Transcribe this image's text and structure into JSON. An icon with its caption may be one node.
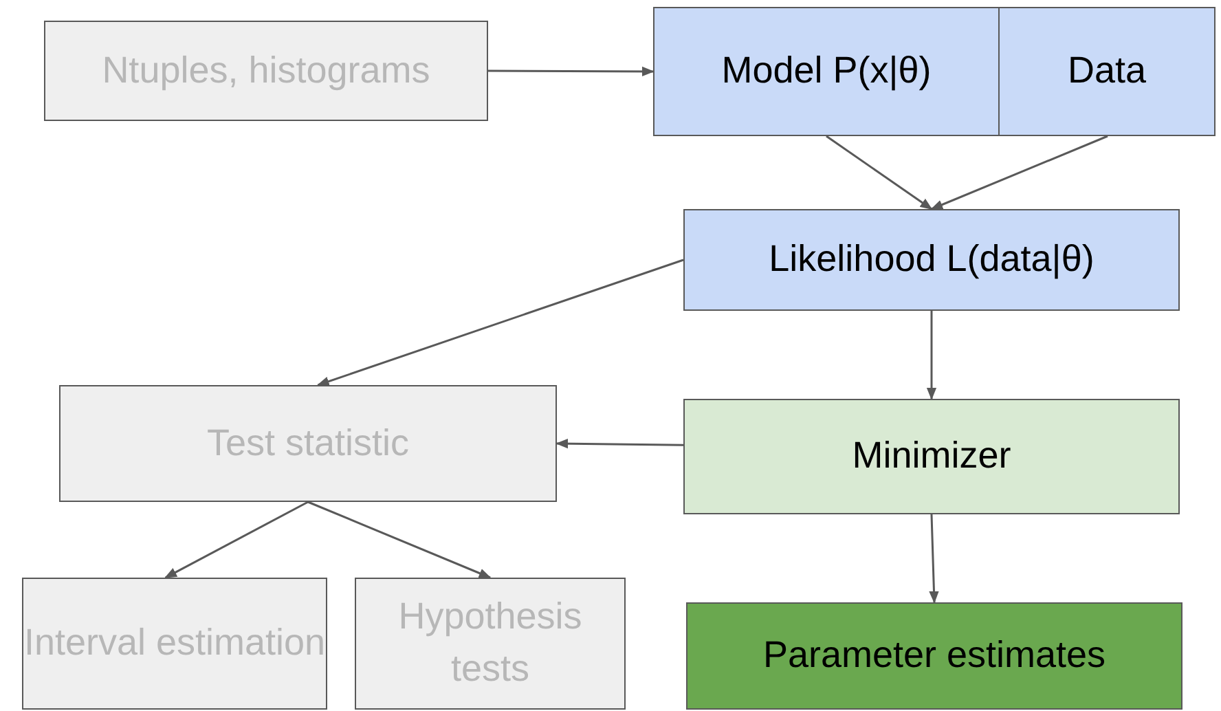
{
  "diagram": {
    "nodes": [
      {
        "text": [
          "Ntuples, histograms"
        ]
      },
      {
        "text": [
          "Model P(x|θ)"
        ]
      },
      {
        "text": [
          "Data"
        ]
      },
      {
        "text": [
          "Likelihood L(data|θ)"
        ]
      },
      {
        "text": [
          "Test statistic"
        ]
      },
      {
        "text": [
          "Minimizer"
        ]
      },
      {
        "text": [
          "Interval estimation"
        ]
      },
      {
        "text": [
          "Hypothesis tests"
        ]
      },
      {
        "text": [
          "Parameter estimates"
        ]
      }
    ],
    "edges": [
      {
        "from": 0,
        "to": 1,
        "arrow": "to"
      },
      {
        "from": 1,
        "to": 3,
        "arrow": "to"
      },
      {
        "from": 2,
        "to": 3,
        "arrow": "to"
      },
      {
        "from": 3,
        "to": 4,
        "arrow": "to"
      },
      {
        "from": 3,
        "to": 5,
        "arrow": "to"
      },
      {
        "from": 5,
        "to": 4,
        "arrow": "to"
      },
      {
        "from": 5,
        "to": 8,
        "arrow": "to"
      },
      {
        "from": 4,
        "to": 6,
        "arrow": "to"
      },
      {
        "from": 4,
        "to": 7,
        "arrow": "to"
      }
    ]
  }
}
